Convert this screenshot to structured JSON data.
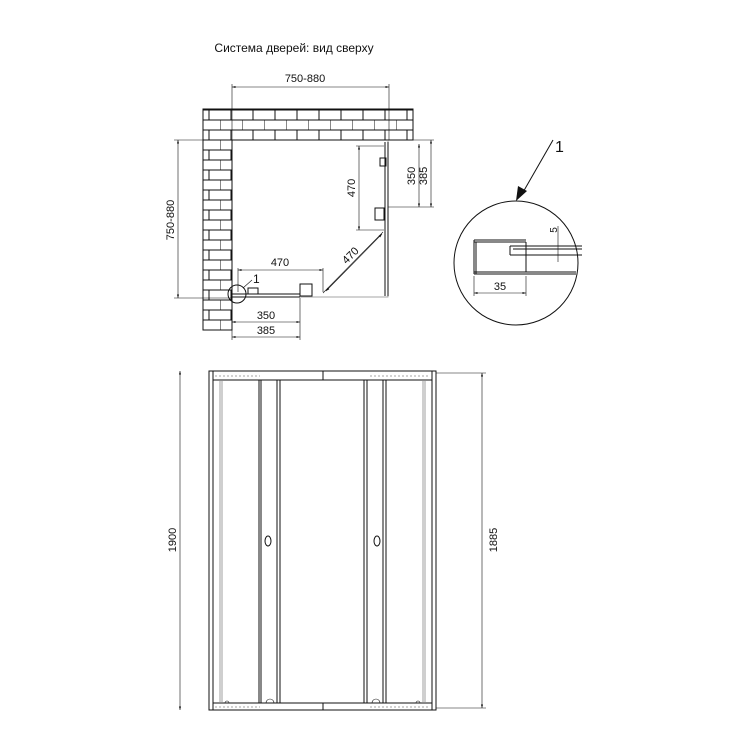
{
  "title": "Система дверей: вид сверху",
  "top_view": {
    "width_range": "750-880",
    "depth_range": "750-880",
    "door_length_bottom": "470",
    "door_length_side": "470",
    "diagonal": "470",
    "bottom_350": "350",
    "bottom_385": "385",
    "right_350": "350",
    "right_385": "385",
    "callout": "1"
  },
  "detail": {
    "callout": "1",
    "dim_5": "5",
    "dim_35": "35"
  },
  "front_view": {
    "height_total": "1900",
    "height_inner": "1885"
  }
}
